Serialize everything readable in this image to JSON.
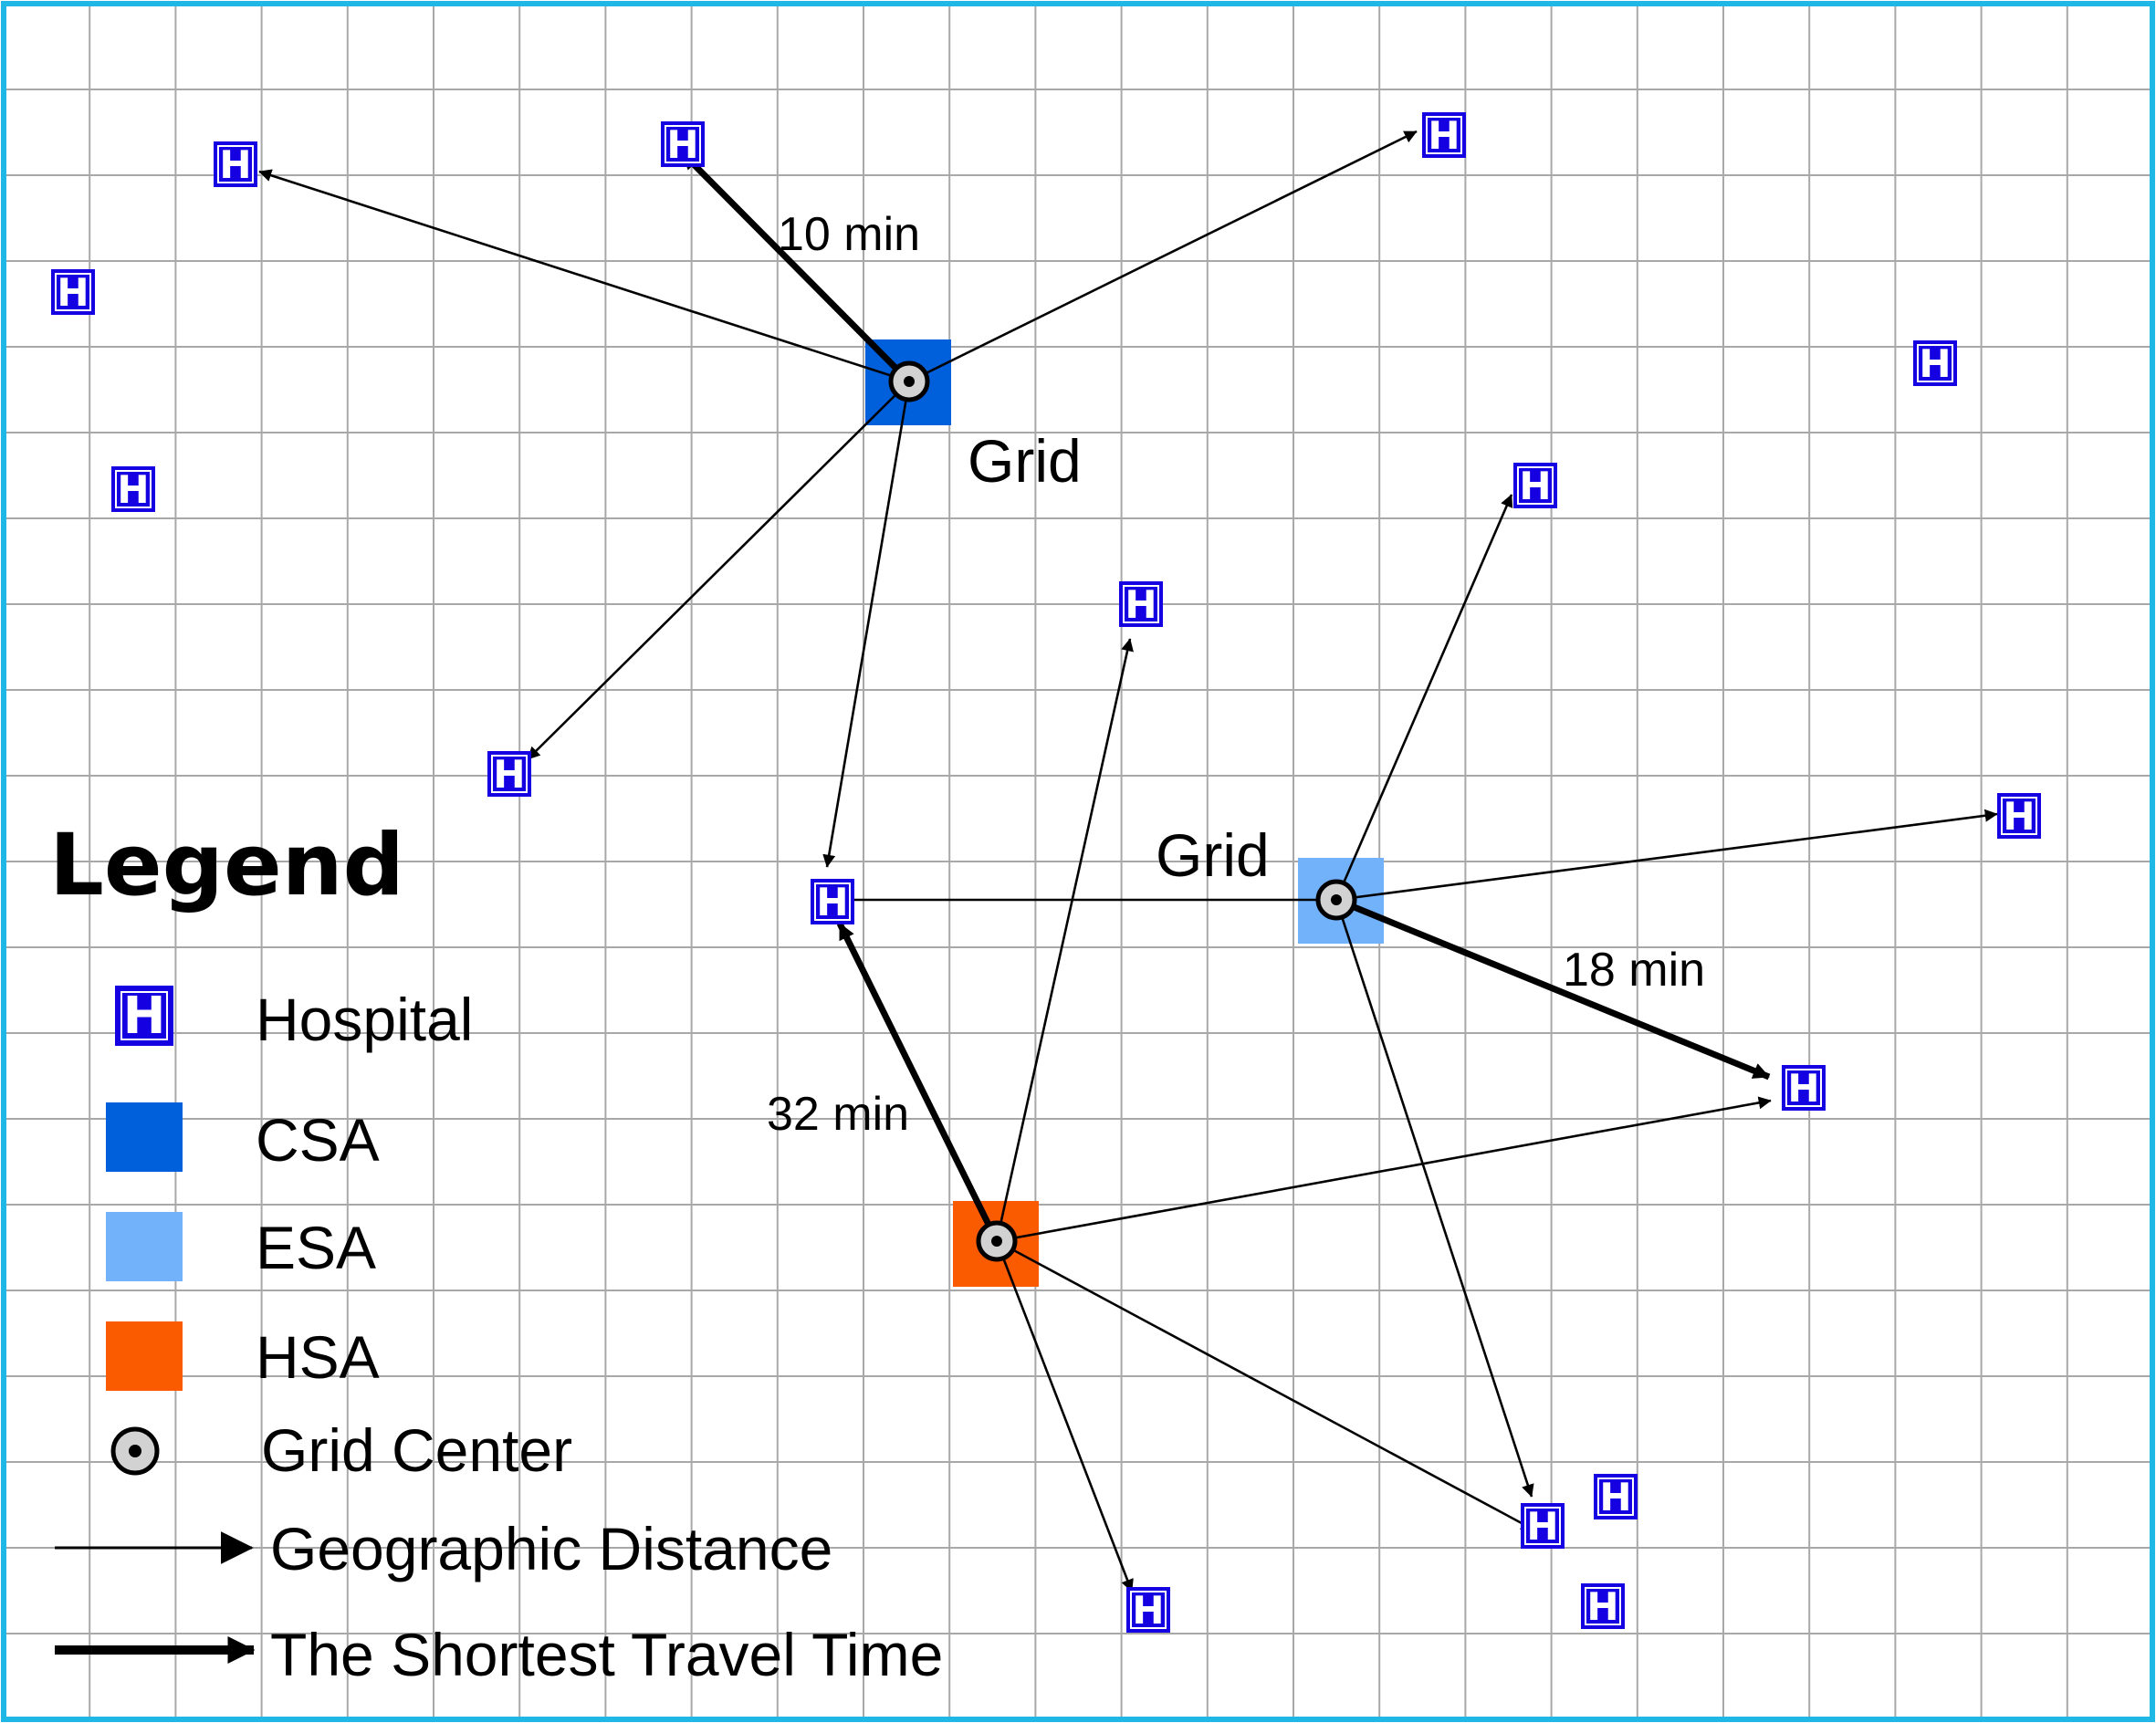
{
  "map": {
    "hospital_letter": "H",
    "grid_labels": [
      "Grid",
      "Grid"
    ],
    "time_labels": [
      "10 min",
      "18 min",
      "32 min"
    ]
  },
  "legend": {
    "title": "Legend",
    "items": [
      {
        "label": "Hospital",
        "icon": "hospital-icon"
      },
      {
        "label": "CSA",
        "icon": "csa-swatch"
      },
      {
        "label": "ESA",
        "icon": "esa-swatch"
      },
      {
        "label": "HSA",
        "icon": "hsa-swatch"
      },
      {
        "label": "Grid Center",
        "icon": "grid-center-icon"
      },
      {
        "label": "Geographic Distance",
        "icon": "thin-arrow-icon"
      },
      {
        "label": "The Shortest Travel Time",
        "icon": "thick-arrow-icon"
      }
    ]
  },
  "colors": {
    "border": "#1fb8e6",
    "grid_line": "#a8a8a8",
    "hospital": "#1400e0",
    "csa": "#0060dc",
    "esa": "#72b2fa",
    "hsa": "#fa5a00",
    "grid_center_fill": "#d2d2d2"
  }
}
